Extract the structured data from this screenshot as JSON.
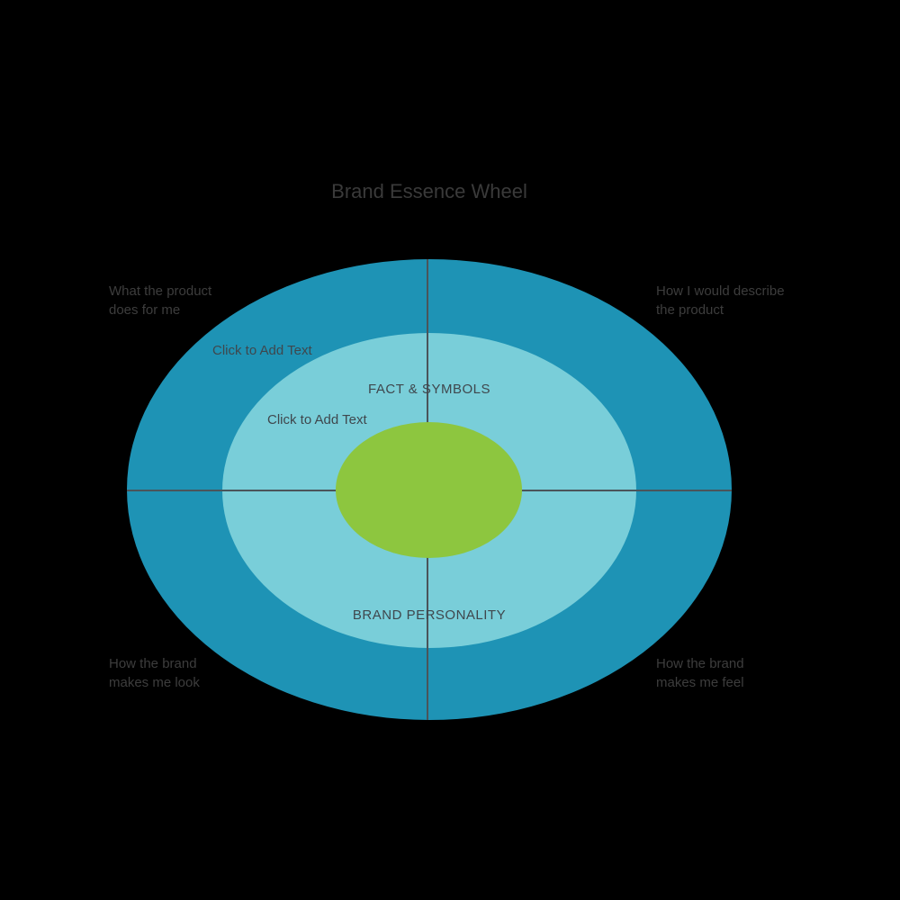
{
  "title": "Brand Essence Wheel",
  "quadrants": {
    "top_left": {
      "lines": [
        "What the product",
        "does for me"
      ]
    },
    "top_right": {
      "lines": [
        "How I would describe",
        "the product"
      ]
    },
    "bottom_left": {
      "lines": [
        "How the brand",
        "makes me look"
      ]
    },
    "bottom_right": {
      "lines": [
        "How the brand",
        "makes me feel"
      ]
    }
  },
  "wheel": {
    "outer_ring_placeholder": "Click to Add Text",
    "middle_ring_placeholder": "Click to Add Text",
    "middle_ring_top_label": "FACT & SYMBOLS",
    "middle_ring_bottom_label": "BRAND PERSONALITY"
  },
  "colors": {
    "background": "#000000",
    "outer_ring": "#1e93b5",
    "middle_ring": "#79ced9",
    "core": "#8dc63f",
    "axis_line": "#4a545a",
    "title_text": "#3a3a3a",
    "label_text": "#3d3d3d",
    "inner_text": "#3f474d"
  }
}
